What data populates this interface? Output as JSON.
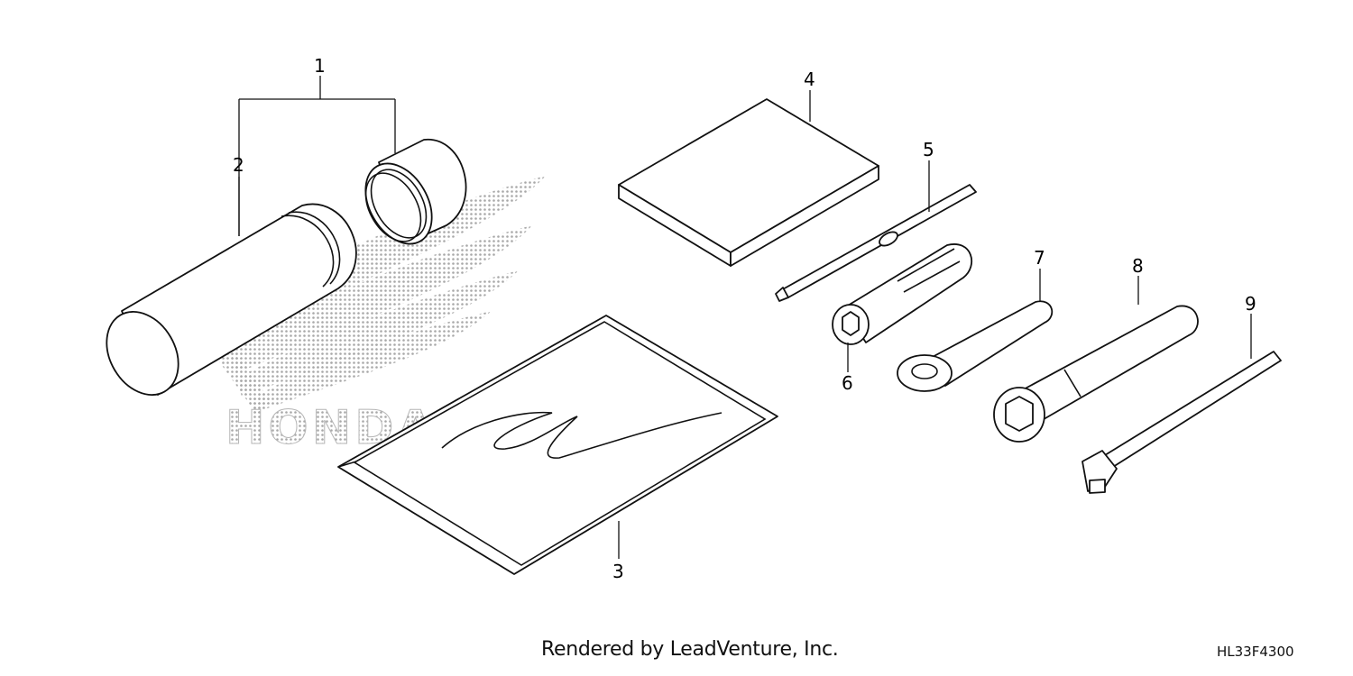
{
  "watermark": {
    "brand_text": "HONDA",
    "color": "#b5b5b5"
  },
  "callouts": [
    {
      "id": "1",
      "label": "1"
    },
    {
      "id": "2",
      "label": "2"
    },
    {
      "id": "3",
      "label": "3"
    },
    {
      "id": "4",
      "label": "4"
    },
    {
      "id": "5",
      "label": "5"
    },
    {
      "id": "6",
      "label": "6"
    },
    {
      "id": "7",
      "label": "7"
    },
    {
      "id": "8",
      "label": "8"
    },
    {
      "id": "9",
      "label": "9"
    }
  ],
  "footer": {
    "credit": "Rendered by LeadVenture, Inc.",
    "diagram_code": "HL33F4300"
  }
}
